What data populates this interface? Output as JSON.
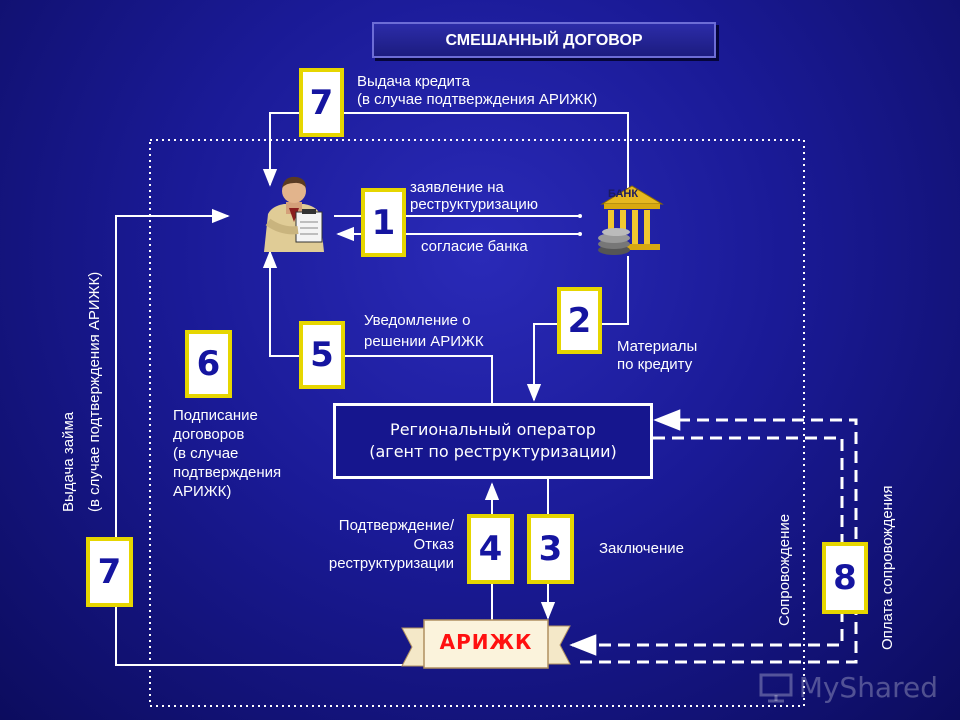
{
  "title": "СМЕШАННЫЙ ДОГОВОР",
  "steps": {
    "s1": "1",
    "s2": "2",
    "s3": "3",
    "s4": "4",
    "s5": "5",
    "s6": "6",
    "s7_top": "7",
    "s7_left": "7",
    "s8": "8"
  },
  "labels": {
    "credit_line1": "Выдача кредита",
    "credit_line2": "(в случае подтверждения АРИЖК)",
    "application_line1": "заявление на",
    "application_line2": "реструктуризацию",
    "bank_consent": "согласие банка",
    "notice_line1": "Уведомление о",
    "notice_line2": "решении АРИЖК",
    "materials_line1": "Материалы",
    "materials_line2": "по кредиту",
    "signing": [
      "Подписание",
      "договоров",
      "(в случае",
      "подтверждения",
      "АРИЖК)"
    ],
    "confirm": [
      "Подтверждение/",
      "Отказ",
      "реструктуризации"
    ],
    "conclusion": "Заключение",
    "loan_line1": "Выдача займа",
    "loan_line2": "(в случае подтверждения АРИЖК)",
    "support": "Сопровождение",
    "support_payment": "Оплата сопровождения"
  },
  "operator": {
    "line1": "Региональный оператор",
    "line2": "(агент по реструктуризации)"
  },
  "bank_sign": "БАНК",
  "arizhk": "АРИЖК",
  "watermark": "MyShared",
  "colors": {
    "background": "#1a1a96",
    "number_border": "#e6d600",
    "number_text": "#1515a0",
    "arizhk_text": "#ff1010"
  }
}
